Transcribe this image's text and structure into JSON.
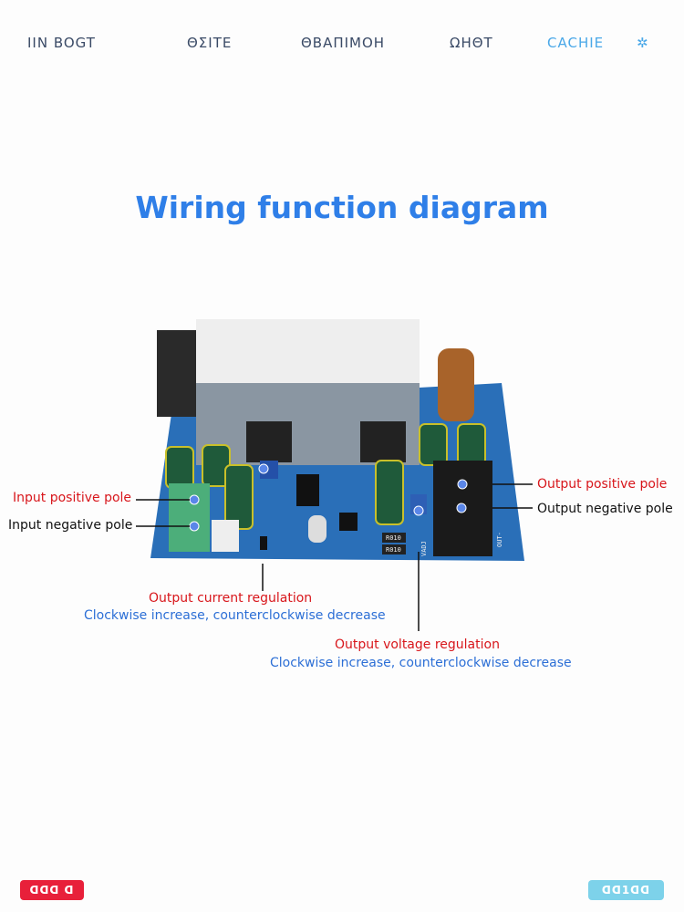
{
  "nav": {
    "items": [
      "IIN BOGT",
      "ΘΣΙΤΕ",
      "ΘΒΑΠΙΜΟΗ",
      "ΩΗΘΤ",
      "CACHIE"
    ],
    "active_color": "#4aa8e8"
  },
  "title": "Wiring function diagram",
  "labels": {
    "input_positive": "Input positive pole",
    "input_negative": "Input negative pole",
    "output_positive": "Output positive pole",
    "output_negative": "Output negative pole",
    "current_title": "Output current regulation",
    "current_desc": "Clockwise increase, counterclockwise decrease",
    "voltage_title": "Output voltage regulation",
    "voltage_desc": "Clockwise increase, counterclockwise decrease"
  },
  "board_marks": {
    "r1": "R010",
    "r2": "R010",
    "vadj": "VADJ",
    "out": "OUT-"
  },
  "buttons": {
    "left": "ᗡᗡᗡ ᗡ",
    "right": "ᗡᗡ1ᗡᗡ"
  }
}
